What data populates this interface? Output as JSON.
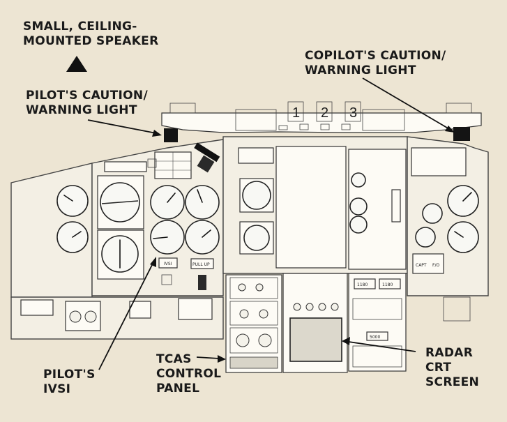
{
  "callouts": {
    "speaker": [
      "SMALL, CEILING-",
      "MOUNTED SPEAKER"
    ],
    "pilot_light": [
      "PILOT'S CAUTION/",
      "WARNING LIGHT"
    ],
    "copilot_light": [
      "COPILOT'S CAUTION/",
      "WARNING LIGHT"
    ],
    "pilot_ivsi": [
      "PILOT'S",
      "IVSI"
    ],
    "tcas_panel": [
      "TCAS",
      "CONTROL",
      "PANEL"
    ],
    "radar_screen": [
      "RADAR",
      "CRT",
      "SCREEN"
    ]
  },
  "glareshield_digits": [
    "1",
    "2",
    "3"
  ],
  "panel_text": {
    "ivsi_tag": "IVSI",
    "pull_up": "PULL UP",
    "freq_left": "1180",
    "freq_right": "1180",
    "xpdr_code": "5000",
    "capt": "CAPT",
    "fo": "F/O"
  },
  "colors": {
    "background": "#ede5d3",
    "ink": "#1a1a1a",
    "warning_light": "#141414"
  }
}
